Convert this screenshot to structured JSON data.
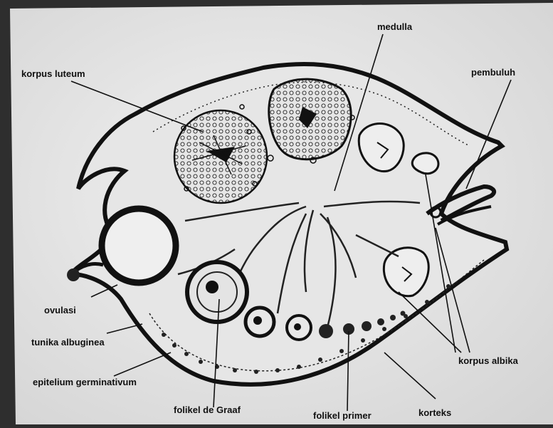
{
  "labels": {
    "medulla": "medulla",
    "korpus_luteum": "korpus luteum",
    "pembuluh": "pembuluh",
    "ovulasi": "ovulasi",
    "tunika_albuginea": "tunika albuginea",
    "epitelium_germinativum": "epitelium germinativum",
    "folikel_de_graaf": "folikel de Graaf",
    "folikel_primer": "folikel primer",
    "korteks": "korteks",
    "korpus_albika": "korpus albika"
  },
  "colors": {
    "paper": "#e9e9e9",
    "ink": "#111111",
    "frame": "#2e2e2e"
  }
}
